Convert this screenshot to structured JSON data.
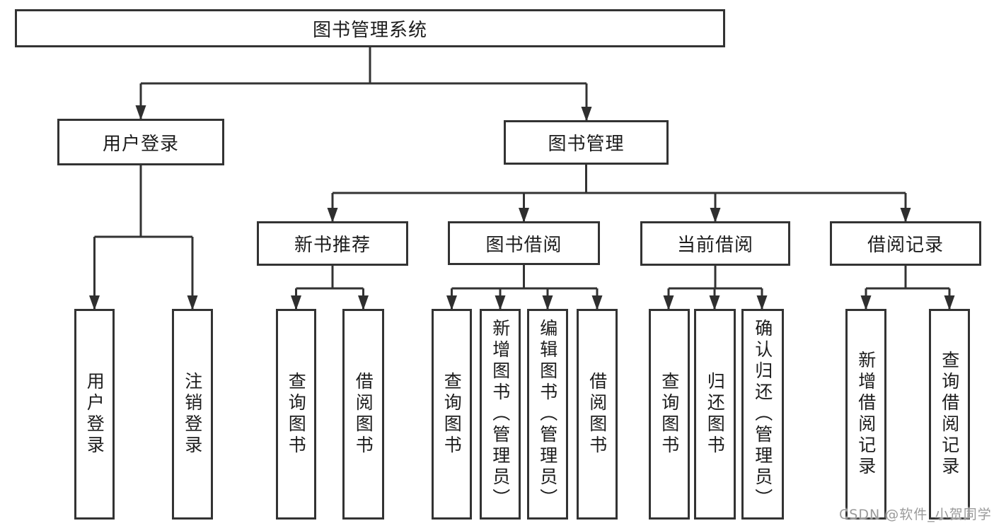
{
  "diagram": {
    "title": "图书管理系统",
    "tree": {
      "label": "图书管理系统",
      "children": [
        {
          "label": "用户登录",
          "children": [
            {
              "label": "用户登录"
            },
            {
              "label": "注销登录"
            }
          ]
        },
        {
          "label": "图书管理",
          "children": [
            {
              "label": "新书推荐",
              "children": [
                {
                  "label": "查询图书"
                },
                {
                  "label": "借阅图书"
                }
              ]
            },
            {
              "label": "图书借阅",
              "children": [
                {
                  "label": "查询图书"
                },
                {
                  "label": "新增图书（管理员）"
                },
                {
                  "label": "编辑图书（管理员）"
                },
                {
                  "label": "借阅图书"
                }
              ]
            },
            {
              "label": "当前借阅",
              "children": [
                {
                  "label": "查询图书"
                },
                {
                  "label": "归还图书"
                },
                {
                  "label": "确认归还（管理员）"
                }
              ]
            },
            {
              "label": "借阅记录",
              "children": [
                {
                  "label": "新增借阅记录"
                },
                {
                  "label": "查询借阅记录"
                }
              ]
            }
          ]
        }
      ]
    }
  },
  "watermark": {
    "text": "CSDN @软件_小贺同学"
  },
  "colors": {
    "line": "#333333",
    "border": "#333333",
    "text": "#1c1c1c",
    "background": "#ffffff",
    "watermark": "#9a9a9a"
  }
}
